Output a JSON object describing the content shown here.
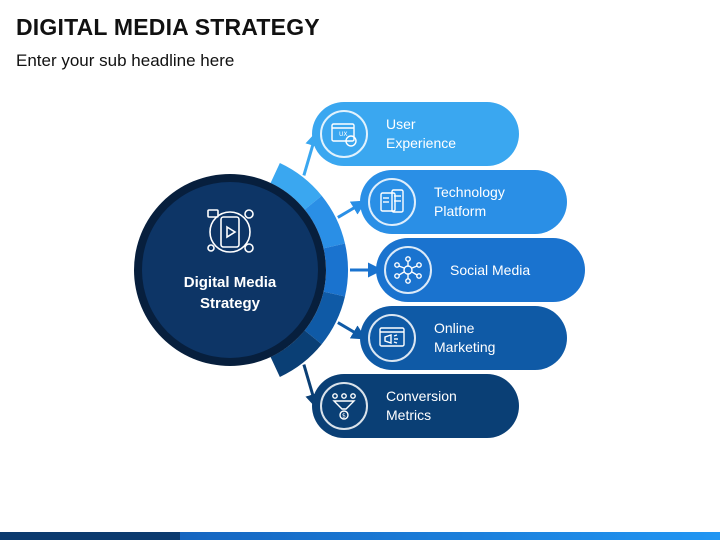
{
  "slide": {
    "title": "DIGITAL MEDIA STRATEGY",
    "subtitle": "Enter your sub headline here"
  },
  "hub": {
    "label": "Digital Media\nStrategy",
    "icon": "smartphone-media-icon"
  },
  "items": [
    {
      "label": "User\nExperience",
      "icon": "ux-browser-icon",
      "color": "#3aa7f0"
    },
    {
      "label": "Technology\nPlatform",
      "icon": "devices-icon",
      "color": "#2a8fe6"
    },
    {
      "label": "Social Media",
      "icon": "network-people-icon",
      "color": "#1a73cf"
    },
    {
      "label": "Online\nMarketing",
      "icon": "megaphone-browser-icon",
      "color": "#0f5aa6"
    },
    {
      "label": "Conversion\nMetrics",
      "icon": "funnel-dollar-icon",
      "color": "#0a3f75"
    }
  ],
  "colors": {
    "hub_fill": "#0d3566",
    "hub_ring": "#071f3d",
    "title": "#111111"
  }
}
